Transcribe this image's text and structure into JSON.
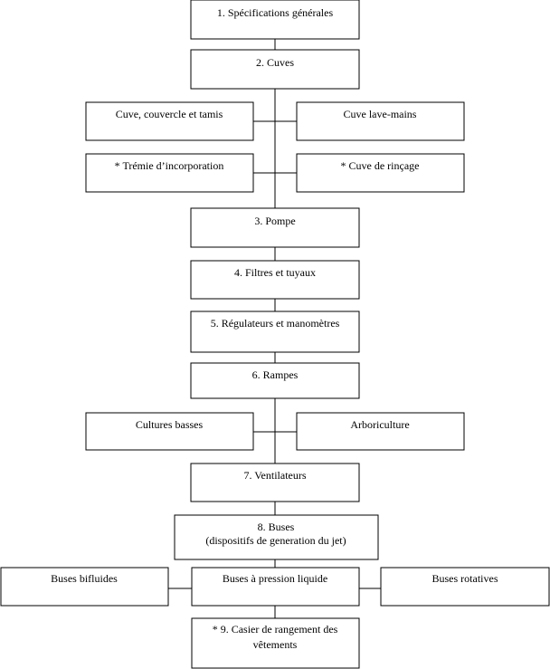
{
  "boxes": {
    "spec_generales": "1. Spécifications générales",
    "cuves": "2. Cuves",
    "cuve_couvercle": "Cuve, couvercle et tamis",
    "cuve_lave_mains": "Cuve lave-mains",
    "tremie": "* Trémie d’incorporation",
    "cuve_rincage": "* Cuve de rinçage",
    "pompe": "3. Pompe",
    "filtres": "4. Filtres et tuyaux",
    "regulateurs": "5. Régulateurs et manomètres",
    "rampes": "6. Rampes",
    "cultures_basses": "Cultures basses",
    "arboriculture": "Arboriculture",
    "ventilateurs": "7. Ventilateurs",
    "buses_line1": "8. Buses",
    "buses_line2": "(dispositifs de generation du jet)",
    "buses_bifluides": "Buses bifluides",
    "buses_pression": "Buses à pression liquide",
    "buses_rotatives": "Buses rotatives",
    "casier_line1": "* 9. Casier de rangement des",
    "casier_line2": "vêtements"
  }
}
